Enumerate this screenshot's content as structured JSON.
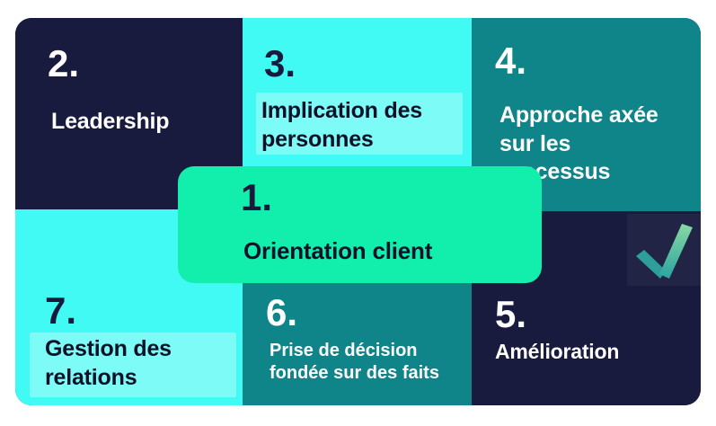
{
  "palette": {
    "navy": "#181b3d",
    "cyan": "#41faf3",
    "cyan_highlight": "#7dfbf6",
    "teal": "#0f8489",
    "green": "#12efad",
    "text_dark": "#0d1128",
    "text_light": "#ffffff",
    "check_teal": "#2d9e99",
    "check_green": "#87d9a4"
  },
  "principles": [
    {
      "number": "1.",
      "label": "Orientation client"
    },
    {
      "number": "2.",
      "label": "Leadership"
    },
    {
      "number": "3.",
      "label": "Implication des personnes"
    },
    {
      "number": "4.",
      "label": "Approche axée sur les processus"
    },
    {
      "number": "5.",
      "label": "Amélioration"
    },
    {
      "number": "6.",
      "label": "Prise de décision fondée sur des faits"
    },
    {
      "number": "7.",
      "label": "Gestion des relations"
    }
  ],
  "icons": {
    "checkmark": "check-icon"
  }
}
